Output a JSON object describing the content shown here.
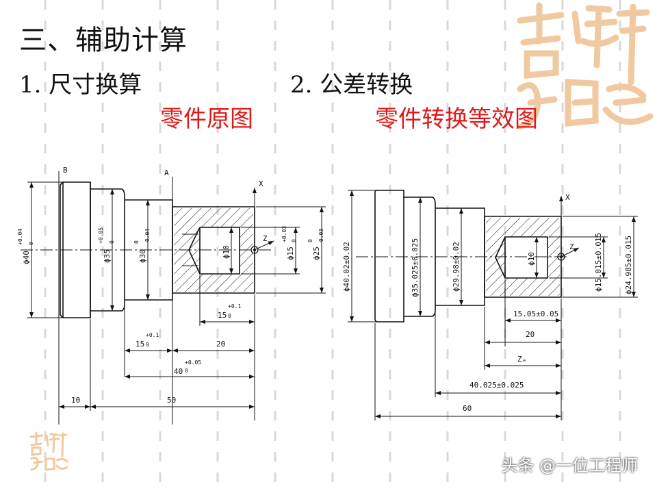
{
  "title": "三、辅助计算",
  "section1": "1. 尺寸换算",
  "section2": "2. 公差转换",
  "caption_left": "零件原图",
  "caption_right": "零件转换等效图",
  "watermark": "头条 @一位工程师",
  "colors": {
    "caption": "#e01818",
    "seal": "#f0c9a0",
    "grid_dash": "#d8d8d8"
  },
  "left_drawing": {
    "ref_b": "B",
    "ref_a": "A",
    "axis_x": "X",
    "axis_z": "Z",
    "d40": "ϕ40",
    "d40_tol": "+0.04",
    "d35": "ϕ35",
    "d35_tol": "+0.05",
    "d30": "ϕ30",
    "d30_tol": "-0.04",
    "d10": "ϕ10",
    "d15": "ϕ15",
    "d15_tol": "+0.03",
    "d25": "ϕ25",
    "d25_tol": "-0.03",
    "zero": "0",
    "l15a": "15",
    "l15a_tol": "+0.1",
    "l15b": "15",
    "l15b_tol": "+0.1",
    "l20": "20",
    "l40": "40",
    "l40_tol": "+0.05",
    "l10": "10",
    "l50": "50"
  },
  "right_drawing": {
    "axis_x": "X",
    "axis_z": "Z",
    "d40": "ϕ40.02±0.02",
    "d35": "ϕ35.025±0.025",
    "d2998": "ϕ29.98±0.02",
    "d10": "ϕ10",
    "d15": "ϕ15.015±0.015",
    "d25": "ϕ24.985±0.015",
    "l1505": "15.05±0.05",
    "l20": "20",
    "lza": "Zₐ",
    "l40025": "40.025±0.025",
    "l60": "60"
  }
}
